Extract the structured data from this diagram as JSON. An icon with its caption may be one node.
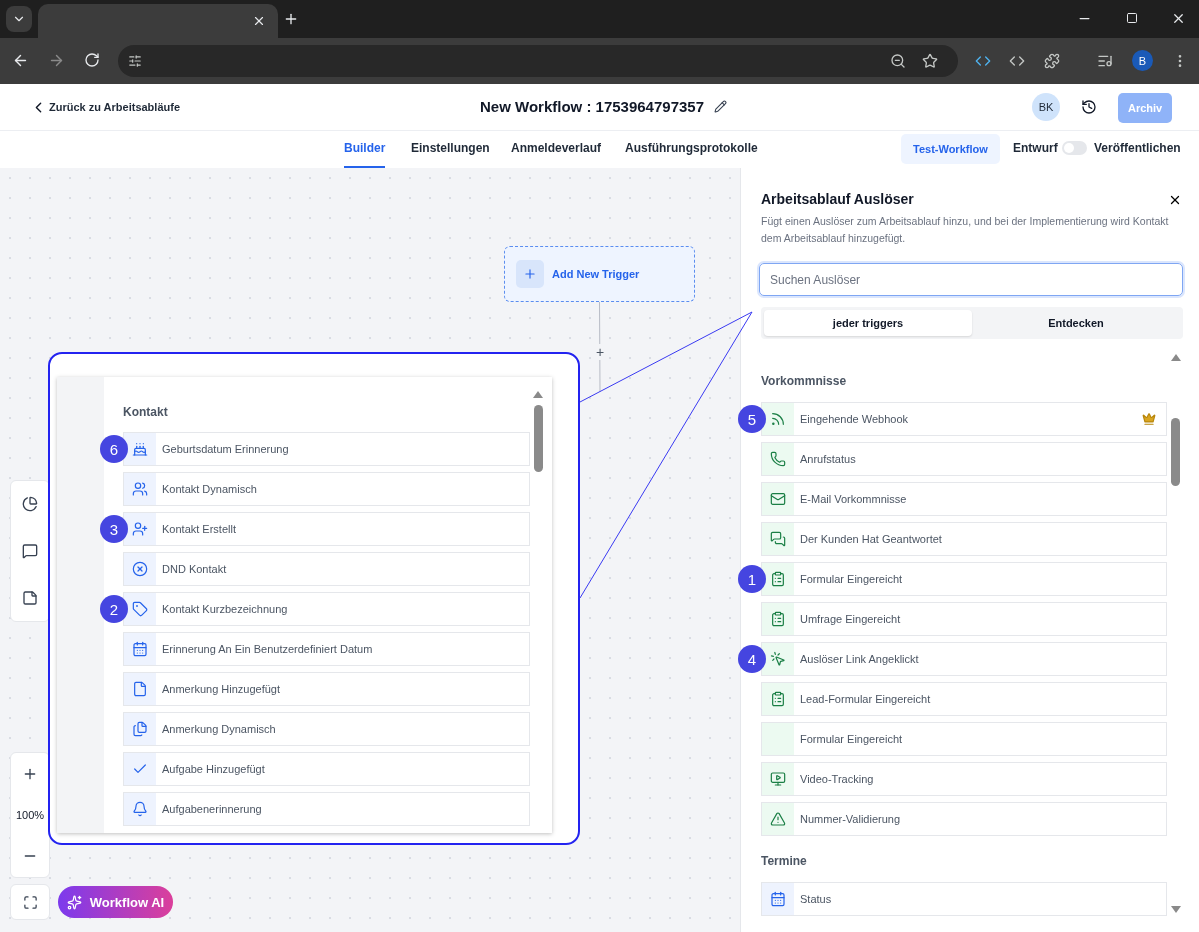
{
  "diagram": {
    "nodes": [
      {
        "text": [
          "Add New Trigger"
        ]
      },
      {
        "text": [
          "Kontakt"
        ]
      },
      {
        "text": [
          "Geburtsdatum Erinnerung"
        ],
        "in": 1,
        "beside": [
          "6"
        ]
      },
      {
        "text": [
          "Kontakt Dynamisch"
        ],
        "in": 1
      },
      {
        "text": [
          "Kontakt Erstellt"
        ],
        "in": 1,
        "beside": [
          "3"
        ]
      },
      {
        "text": [
          "DND Kontakt"
        ],
        "in": 1
      },
      {
        "text": [
          "Kontakt Kurzbezeichnung"
        ],
        "in": 1,
        "beside": [
          "2"
        ]
      },
      {
        "text": [
          "Erinnerung An Ein Benutzerdefiniert Datum"
        ],
        "in": 1
      },
      {
        "text": [
          "Anmerkung Hinzugefügt"
        ],
        "in": 1
      },
      {
        "text": [
          "Anmerkung Dynamisch"
        ],
        "in": 1
      },
      {
        "text": [
          "Aufgabe Hinzugefügt"
        ],
        "in": 1
      },
      {
        "text": [
          "Aufgabenerinnerung"
        ],
        "in": 1
      },
      {
        "text": [
          "Arbeitsablauf Auslöser",
          "Fügt einen Auslöser zum Arbeitsablauf hinzu, und bei der Implementierung wird Kontakt dem Arbeitsablauf hinzugefügt."
        ]
      },
      {
        "text": [
          "Eingehende Webhook"
        ],
        "in": 12,
        "beside": [
          "5"
        ]
      },
      {
        "text": [
          "Anrufstatus"
        ],
        "in": 12
      },
      {
        "text": [
          "E-Mail Vorkommnisse"
        ],
        "in": 12
      },
      {
        "text": [
          "Der Kunden Hat Geantwortet"
        ],
        "in": 12
      },
      {
        "text": [
          "Formular Eingereicht"
        ],
        "in": 12,
        "beside": [
          "1"
        ]
      },
      {
        "text": [
          "Umfrage Eingereicht"
        ],
        "in": 12
      },
      {
        "text": [
          "Auslöser Link Angeklickt"
        ],
        "in": 12,
        "beside": [
          "4"
        ]
      },
      {
        "text": [
          "Lead-Formular Eingereicht"
        ],
        "in": 12
      },
      {
        "text": [
          "Formular Eingereicht"
        ],
        "in": 12
      },
      {
        "text": [
          "Video-Tracking"
        ],
        "in": 12
      },
      {
        "text": [
          "Nummer-Validierung"
        ],
        "in": 12
      },
      {
        "text": [
          "Status"
        ],
        "in": 12
      }
    ],
    "edges": [
      {
        "from": 0,
        "to": null,
        "arrow": "none",
        "color": "#b8bcc6"
      },
      {
        "from": 1,
        "to": 12,
        "arrow": "none"
      },
      {
        "from": 1,
        "to": 12,
        "arrow": "none"
      }
    ],
    "labels": [
      "B",
      "Zurück zu Arbeitsabläufe",
      "New Workflow : 1753964797357",
      "BK",
      "Archiv",
      "Builder",
      "Einstellungen",
      "Anmeldeverlauf",
      "Ausführungsprotokolle",
      "Test-Workflow",
      "Entwurf",
      "Veröffentlichen",
      "+",
      "Suchen Auslöser",
      "jeder triggers",
      "Entdecken",
      "Vorkommnisse",
      "Termine",
      "100%",
      "Workflow AI"
    ]
  }
}
